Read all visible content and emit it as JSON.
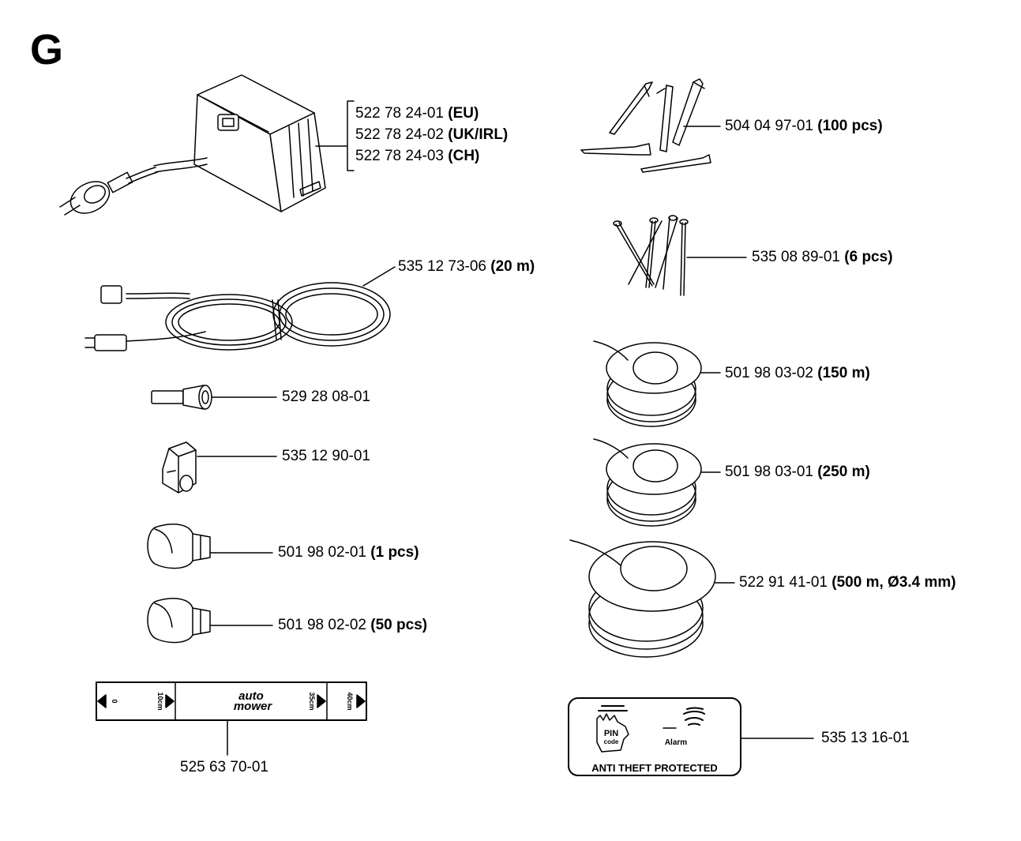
{
  "section": "G",
  "parts": {
    "transformer": [
      {
        "number": "522 78 24-01",
        "qualifier": "(EU)"
      },
      {
        "number": "522 78 24-02",
        "qualifier": "(UK/IRL)"
      },
      {
        "number": "522 78 24-03",
        "qualifier": "(CH)"
      }
    ],
    "low_voltage_cable": {
      "number": "535 12 73-06",
      "qualifier": "(20 m)"
    },
    "cable_end_connector": {
      "number": "529 28 08-01",
      "qualifier": ""
    },
    "coupler": {
      "number": "535 12 90-01",
      "qualifier": ""
    },
    "connector_1": {
      "number": "501 98 02-01",
      "qualifier": "(1 pcs)"
    },
    "connector_50": {
      "number": "501 98 02-02",
      "qualifier": "(50 pcs)"
    },
    "measuring_ruler": {
      "number": "525 63 70-01",
      "qualifier": ""
    },
    "stakes": {
      "number": "504 04 97-01",
      "qualifier": "(100 pcs)"
    },
    "nails": {
      "number": "535 08 89-01",
      "qualifier": "(6 pcs)"
    },
    "wire_150": {
      "number": "501 98 03-02",
      "qualifier": "(150 m)"
    },
    "wire_250": {
      "number": "501 98 03-01",
      "qualifier": "(250 m)"
    },
    "wire_500": {
      "number": "522 91 41-01",
      "qualifier": "(500 m, Ø3.4 mm)"
    },
    "theft_decal": {
      "number": "535 13 16-01",
      "qualifier": ""
    }
  },
  "ruler": {
    "brand_line1": "auto",
    "brand_line2": "mower",
    "marks": [
      "0",
      "10cm",
      "35cm",
      "40cm"
    ]
  },
  "decal": {
    "pin_line1": "PIN",
    "pin_line2": "code",
    "alarm": "Alarm",
    "caption": "ANTI THEFT PROTECTED"
  }
}
